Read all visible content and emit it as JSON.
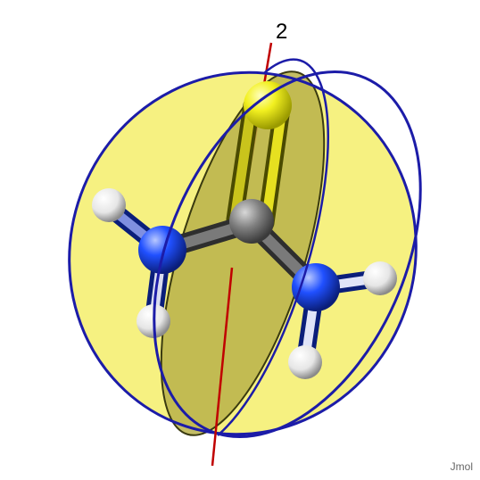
{
  "viewer": {
    "axis_label": "2",
    "watermark": "Jmol"
  },
  "colors": {
    "plane_fill": "#f5f07a",
    "plane_edge": "#1c1ca8",
    "axis": "#c00000",
    "carbon": "#808080",
    "nitrogen": "#2050ff",
    "sulfur": "#f0f020",
    "hydrogen": "#ffffff"
  },
  "molecule": {
    "atoms": [
      {
        "element": "S"
      },
      {
        "element": "C"
      },
      {
        "element": "N"
      },
      {
        "element": "N"
      },
      {
        "element": "H"
      },
      {
        "element": "H"
      },
      {
        "element": "H"
      },
      {
        "element": "H"
      }
    ]
  }
}
